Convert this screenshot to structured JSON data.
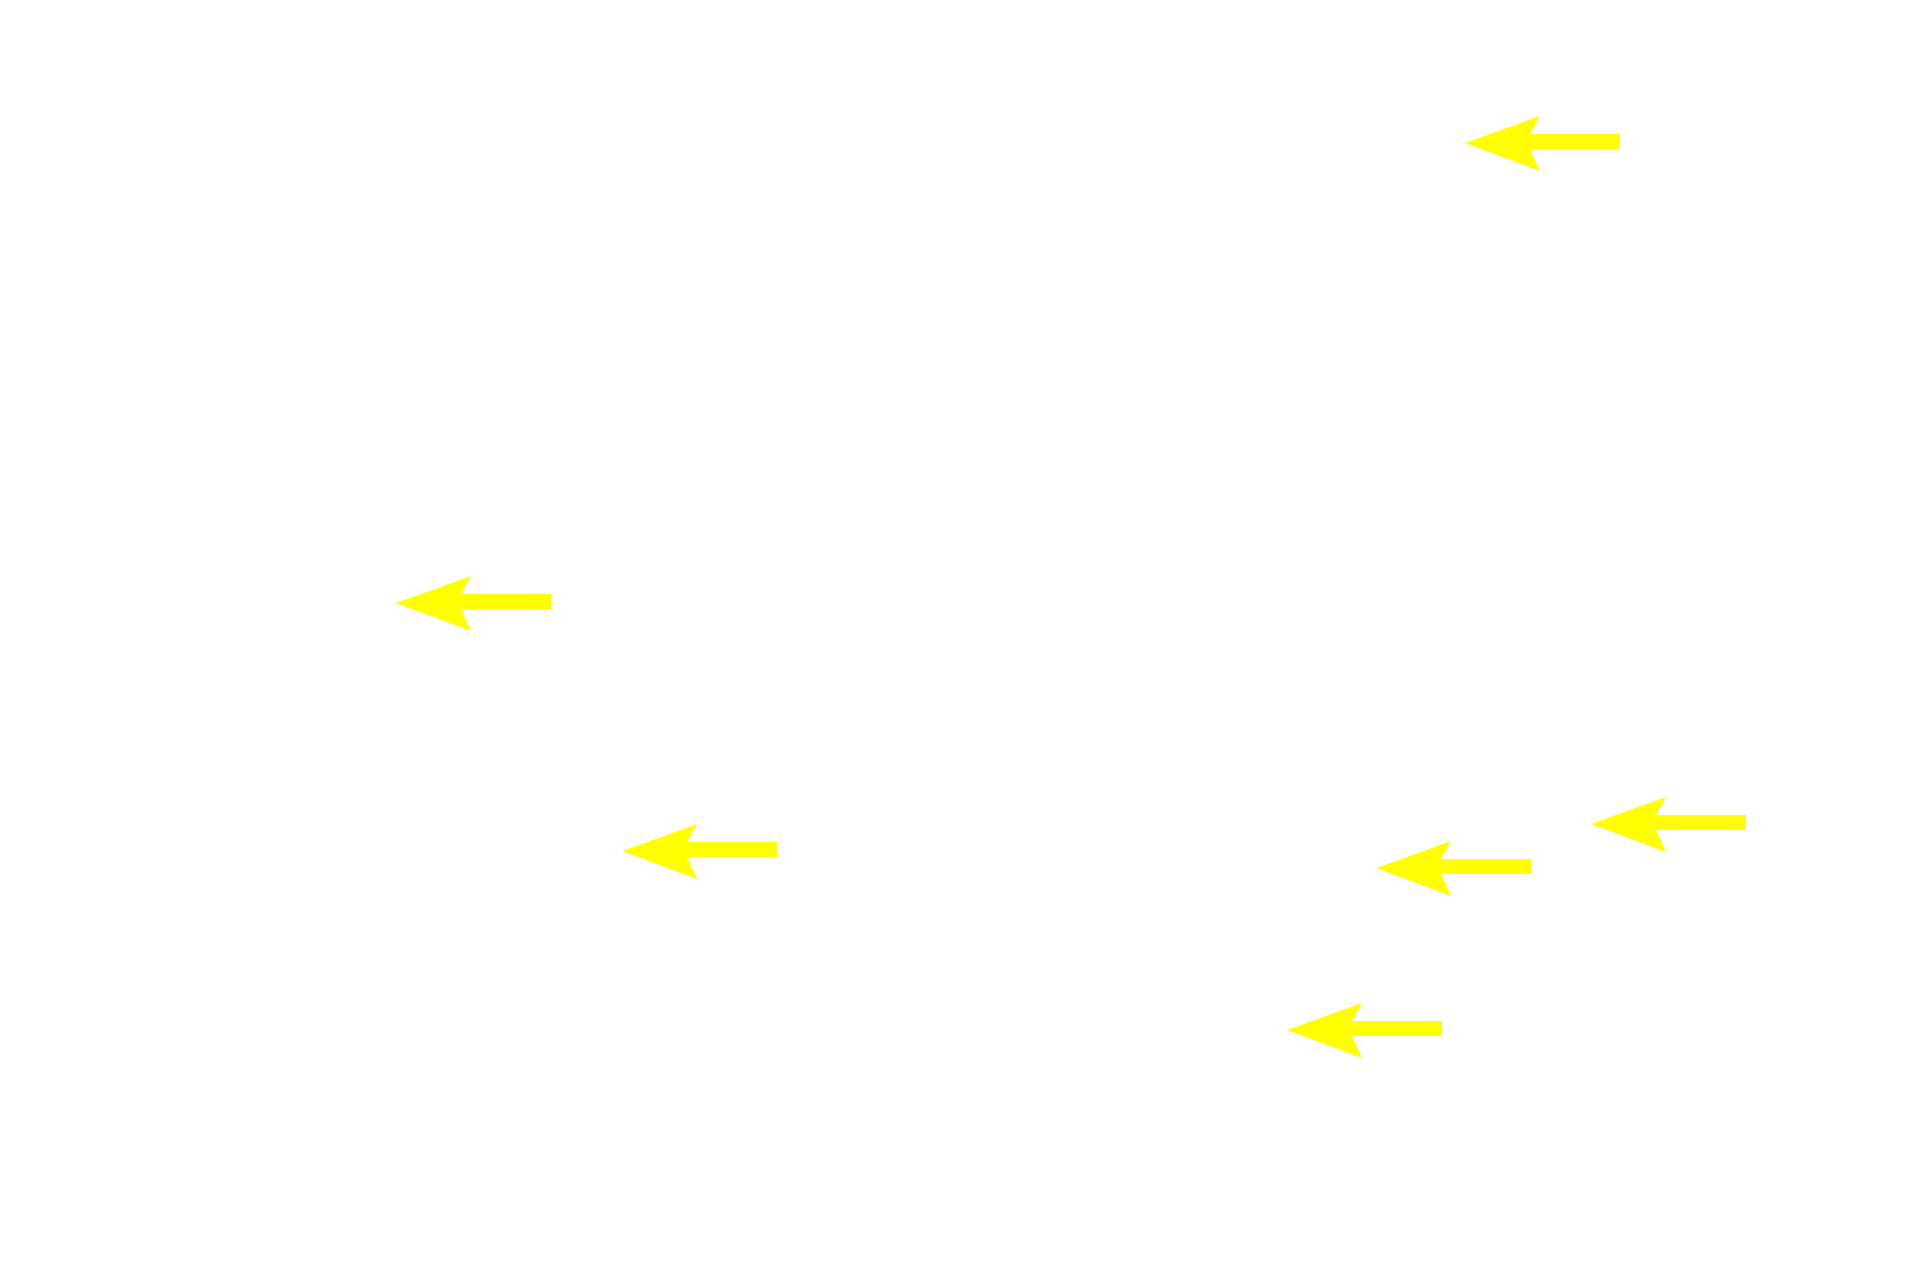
{
  "canvas": {
    "background": "#ffffff"
  },
  "arrows": [
    {
      "name": "arrow-1",
      "icon": "left-arrow-icon",
      "color": "#ffff00"
    },
    {
      "name": "arrow-2",
      "icon": "left-arrow-icon",
      "color": "#ffff00"
    },
    {
      "name": "arrow-3",
      "icon": "left-arrow-icon",
      "color": "#ffff00"
    },
    {
      "name": "arrow-4",
      "icon": "left-arrow-icon",
      "color": "#ffff00"
    },
    {
      "name": "arrow-5",
      "icon": "left-arrow-icon",
      "color": "#ffff00"
    },
    {
      "name": "arrow-6",
      "icon": "left-arrow-icon",
      "color": "#ffff00"
    }
  ]
}
